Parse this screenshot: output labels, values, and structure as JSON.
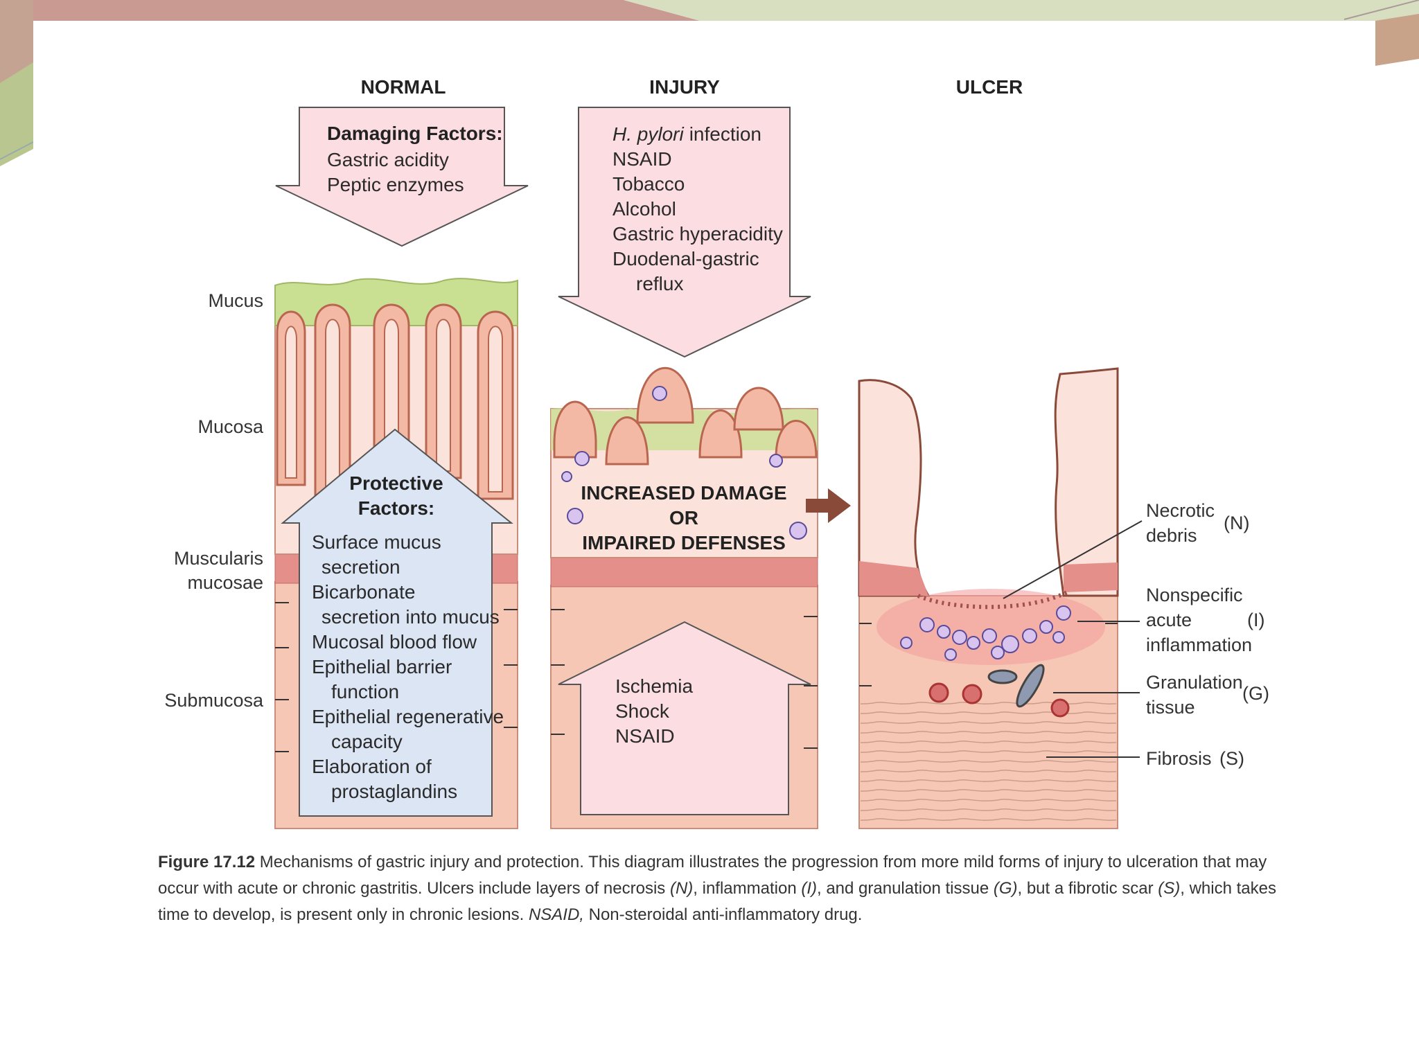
{
  "columns": {
    "normal": "NORMAL",
    "injury": "INJURY",
    "ulcer": "ULCER"
  },
  "layer_labels": {
    "mucus": "Mucus",
    "mucosa": "Mucosa",
    "muscularis_1": "Muscularis",
    "muscularis_2": "mucosae",
    "submucosa": "Submucosa"
  },
  "damaging_box": {
    "title": "Damaging Factors:",
    "lines": [
      "Gastric acidity",
      "Peptic enzymes"
    ]
  },
  "injury_box": {
    "h_pylori_italic": "H. pylori",
    "h_pylori_rest": "infection",
    "lines": [
      "NSAID",
      "Tobacco",
      "Alcohol",
      "Gastric hyperacidity",
      "Duodenal-gastric",
      "reflux"
    ]
  },
  "protective_box": {
    "title_1": "Protective",
    "title_2": "Factors:",
    "lines": [
      "Surface mucus",
      "secretion",
      "Bicarbonate",
      "secretion into mucus",
      "Mucosal blood flow",
      "Epithelial barrier",
      "function",
      "Epithelial regenerative",
      "capacity",
      "Elaboration of",
      "prostaglandins"
    ]
  },
  "damage_text": [
    "INCREASED DAMAGE",
    "OR",
    "IMPAIRED DEFENSES"
  ],
  "ischemia_box": {
    "lines": [
      "Ischemia",
      "Shock",
      "NSAID"
    ]
  },
  "annotations": {
    "necrotic_1": "Necrotic",
    "necrotic_2": "debris",
    "necrotic_code": "(N)",
    "nonspecific_1": "Nonspecific",
    "nonspecific_2": "acute",
    "nonspecific_3": "inflammation",
    "nonspecific_code": "(I)",
    "granulation_1": "Granulation",
    "granulation_2": "tissue",
    "granulation_code": "(G)",
    "fibrosis": "Fibrosis",
    "fibrosis_code": "(S)"
  },
  "caption": {
    "figure_label": "Figure 17.12",
    "part1": " Mechanisms of gastric injury and protection. This diagram illustrates the progression from more mild forms of injury to ulceration that may occur with acute or chronic gastritis. Ulcers include layers of necrosis ",
    "n": "(N)",
    "part2": ", inflammation ",
    "i": "(I)",
    "part3": ", and granulation tissue ",
    "g": "(G)",
    "part4": ", but a fibrotic scar ",
    "s": "(S)",
    "part5": ", which takes time to develop, is present only in chronic lesions. ",
    "nsaid": "NSAID,",
    "part6": " Non-steroidal anti-inflammatory drug."
  },
  "colors": {
    "mucus": "#c9df92",
    "epithelium": "#f4b9a4",
    "lamina": "#fbe3dc",
    "muscularis": "#e48f8a",
    "submucosa": "#f6c7b4",
    "pink_box": "#fbdde2",
    "blue_box": "#dce5f4",
    "arrow_brown": "#8a4a3a",
    "slide_green": "#c9d6aa",
    "slide_rose": "#c89a92"
  }
}
